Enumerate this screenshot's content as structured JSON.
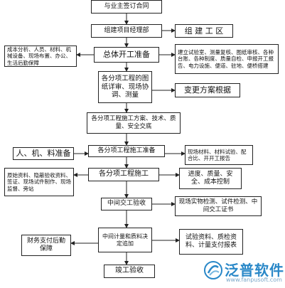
{
  "boxes": {
    "contract": "与业主签订合同",
    "org": "组建项目经理部",
    "site": "组 建 工 区",
    "prep": "总体开工准备",
    "left_prep": "成本分析、人员、材料、机械设备、现场布置、办公、生活后勤保障",
    "right_prep": "建立试验室、测量复核、图纸审核、各种台账、各种制度、质量自检、申报开工报告、电力设施、便道、驻地、便桥搭建",
    "drawing": "各分项工程的图纸详审、现场协调、测量",
    "change": "变更方案根据",
    "tech": "各分项工程施工方案、技术、质量、安全交底",
    "people": "人、机、料准备",
    "sub_prep": "各分项工程施工准备",
    "material_check": "现场材料、材料试验、配合比、开开工报告",
    "construct": "各分项工程施工",
    "left_construct": "原始资料、隐蔽验收资料、签证、现场试件制作、现场监督、旁站",
    "progress": "进度、质量、安全、成本控制",
    "mid_accept": "中间交工验收",
    "mid_detail": "现场实物检测、试件检测、中间交工证书",
    "payment": "中间计量和质料决定追加",
    "finance": "财务支付后勤保障",
    "docs": "试验资料、质检资料、计量支付报表",
    "final": "竣工验收"
  },
  "watermark": {
    "brand": "泛普软件",
    "url": "www.fanpusoft.com",
    "color": "#2a88c8"
  }
}
